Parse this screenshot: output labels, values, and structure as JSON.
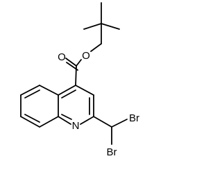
{
  "molecule": {
    "atoms": [
      {
        "id": "ester_O",
        "label": "O"
      },
      {
        "id": "carbonyl_O",
        "label": "O"
      },
      {
        "id": "ring_N",
        "label": "N"
      },
      {
        "id": "Br_upper",
        "label": "Br"
      },
      {
        "id": "Br_lower",
        "label": "Br"
      }
    ]
  },
  "colors": {
    "bond": "#000000",
    "label": "#000000",
    "background": "#ffffff"
  }
}
